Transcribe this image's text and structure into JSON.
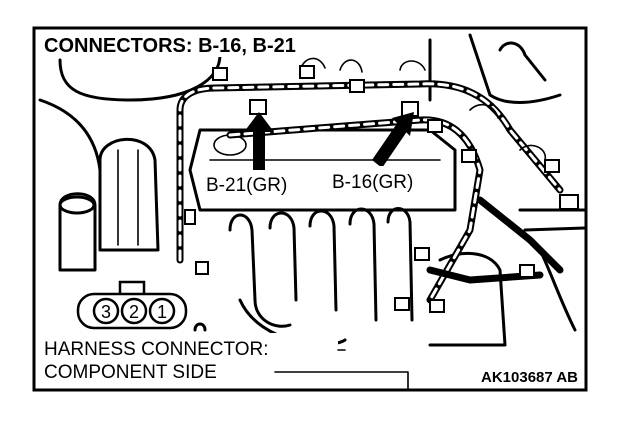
{
  "title": "CONNECTORS: B-16, B-21",
  "callouts": {
    "b21": "B-21(GR)",
    "b16": "B-16(GR)"
  },
  "harness": {
    "pins": [
      "3",
      "2",
      "1"
    ],
    "line1": "HARNESS CONNECTOR:",
    "line2": "COMPONENT SIDE"
  },
  "figure_code": "AK103687 AB"
}
